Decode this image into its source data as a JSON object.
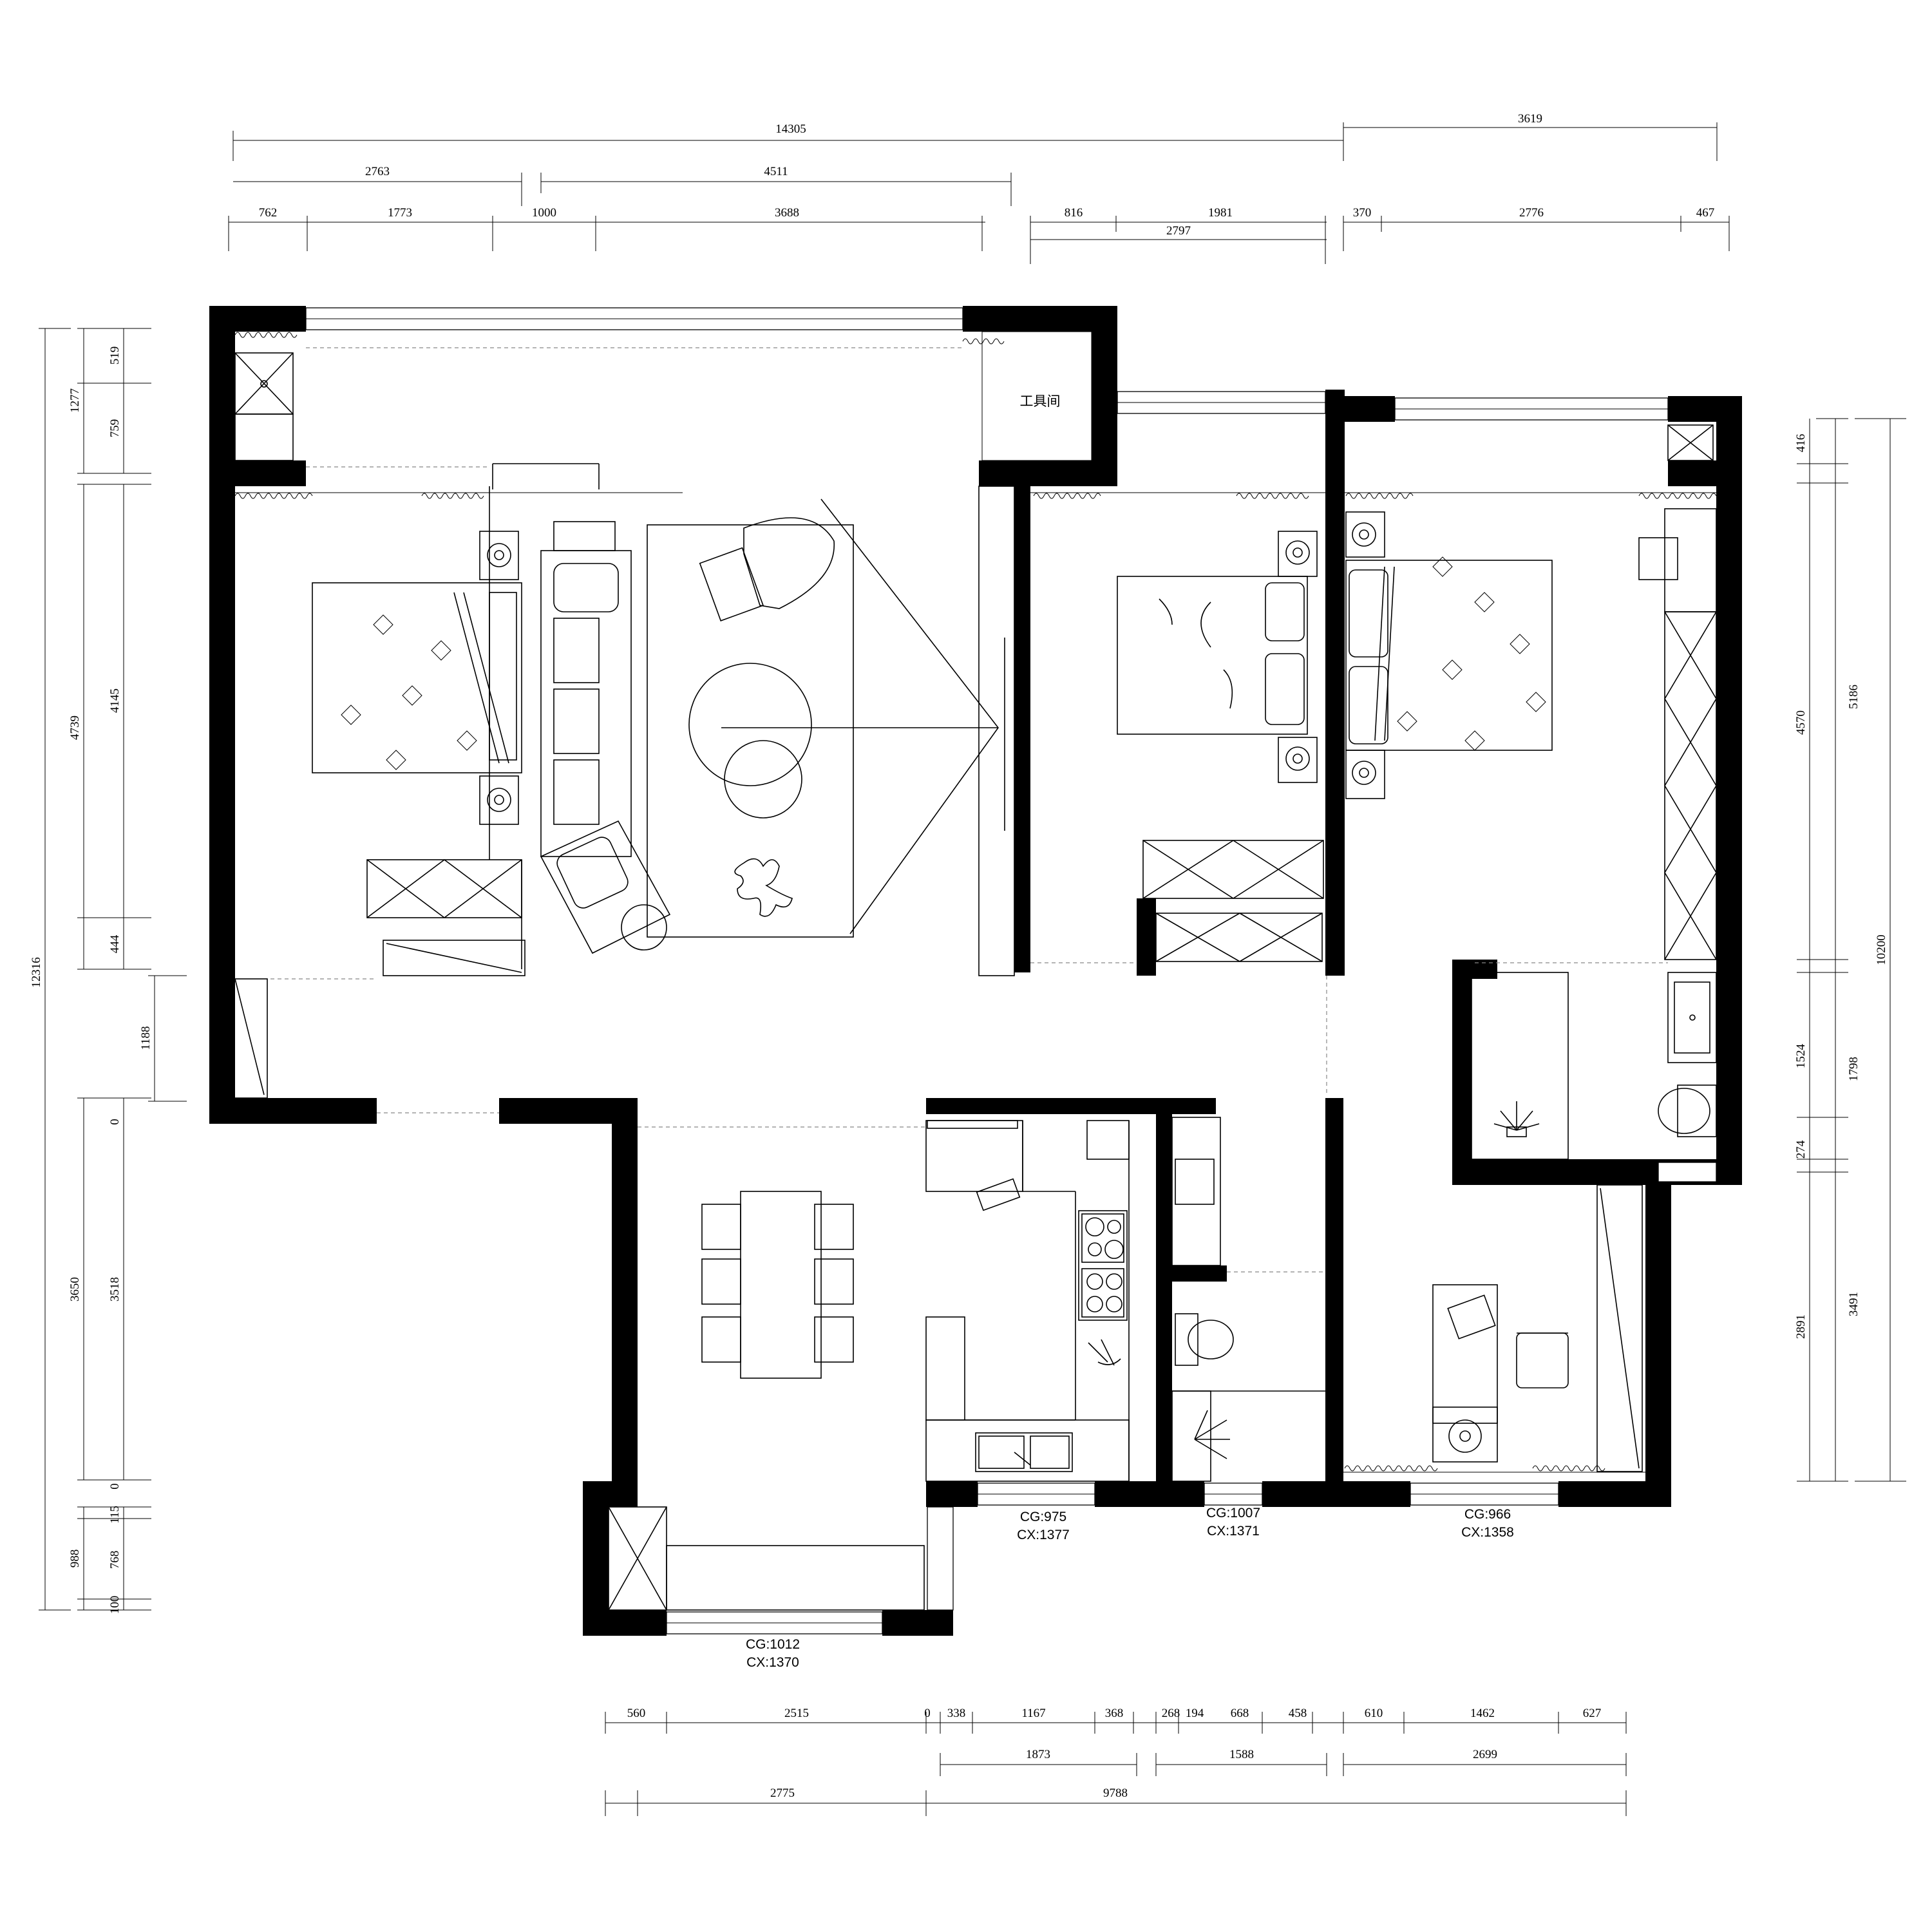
{
  "diagram": {
    "room_labels": {
      "tool_room": "工具间"
    },
    "top_dims": {
      "overall": "14305",
      "right_span": "3619",
      "left_group": "2763",
      "living_group": "4511",
      "mid_total": "2797",
      "segments": [
        "762",
        "1773",
        "1000",
        "3688",
        "816",
        "1981",
        "370",
        "2776",
        "467"
      ]
    },
    "left_dims": {
      "overall": "12316",
      "a_total": "1277",
      "a_seg1": "519",
      "a_seg2": "759",
      "b_total": "4739",
      "b_seg1": "4145",
      "b_seg2": "444",
      "c_seg": "1188",
      "d_total": "3650",
      "d_seg": "3518",
      "d_zero_top": "0",
      "d_zero_bottom": "0",
      "e_total": "988",
      "e_seg1": "115",
      "e_seg2": "768",
      "e_seg3": "100"
    },
    "right_dims": {
      "overall": "10200",
      "a_seg": "416",
      "b_total": "5186",
      "b_seg": "4570",
      "c_seg1": "1524",
      "c_total": "1798",
      "c_seg2": "274",
      "d_seg": "2891",
      "d_total": "3491"
    },
    "bottom_dims": {
      "row1": [
        "560",
        "2515",
        "0",
        "338",
        "1167",
        "368",
        "268",
        "194",
        "668",
        "458",
        "610",
        "1462",
        "627"
      ],
      "row2": [
        "1873",
        "1588",
        "2699"
      ],
      "row3": [
        "2775",
        "9788"
      ]
    },
    "windows": [
      {
        "cg": "CG:1012",
        "cx": "CX:1370"
      },
      {
        "cg": "CG:975",
        "cx": "CX:1377"
      },
      {
        "cg": "CG:1007",
        "cx": "CX:1371"
      },
      {
        "cg": "CG:966",
        "cx": "CX:1358"
      }
    ]
  }
}
